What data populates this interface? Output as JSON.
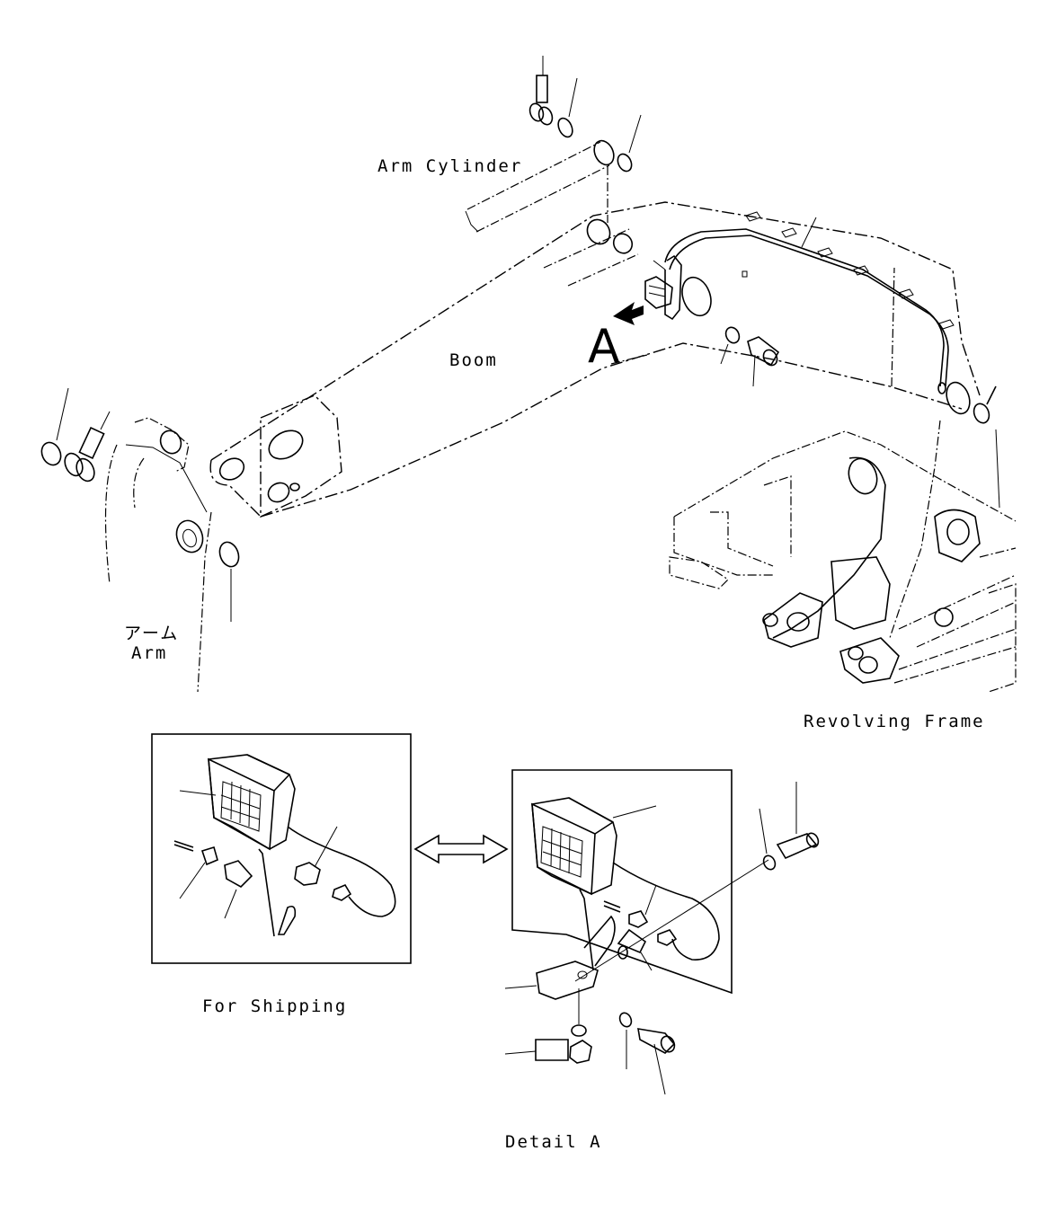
{
  "labels": {
    "arm_cylinder": "Arm Cylinder",
    "boom": "Boom",
    "arm_jp": "アーム",
    "arm": "Arm",
    "revolving_frame": "Revolving Frame",
    "for_shipping": "For Shipping",
    "detail_a": "Detail A",
    "callout_a": "A"
  }
}
